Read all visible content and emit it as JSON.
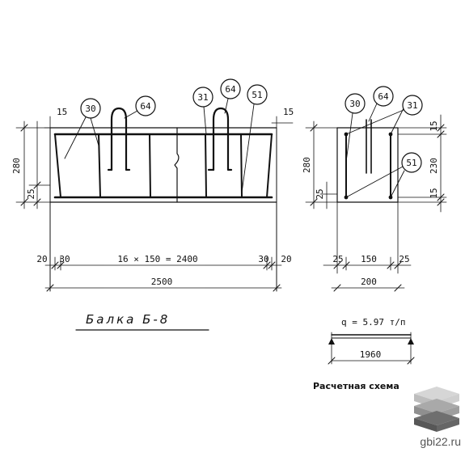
{
  "title": "Балка Б-8",
  "load": {
    "label": "q = 5.97 т/п",
    "span": "1960"
  },
  "scheme_label": "Расчетная схема",
  "watermark": "gbi22.ru",
  "front": {
    "height": "280",
    "bottom_cover": "25",
    "top_cover": "15",
    "spacing": "16 × 150 = 2400",
    "left_offsets": [
      "20",
      "30"
    ],
    "right_offsets": [
      "30",
      "20"
    ],
    "total": "2500",
    "callouts": [
      "30",
      "64",
      "31",
      "64",
      "51"
    ]
  },
  "section": {
    "height": "280",
    "top": "15",
    "middle": "230",
    "bottom": "15",
    "left_cover": "25",
    "width_inner": "150",
    "right_cover": "25",
    "width": "200",
    "callouts": [
      "30",
      "64",
      "31",
      "51"
    ]
  }
}
